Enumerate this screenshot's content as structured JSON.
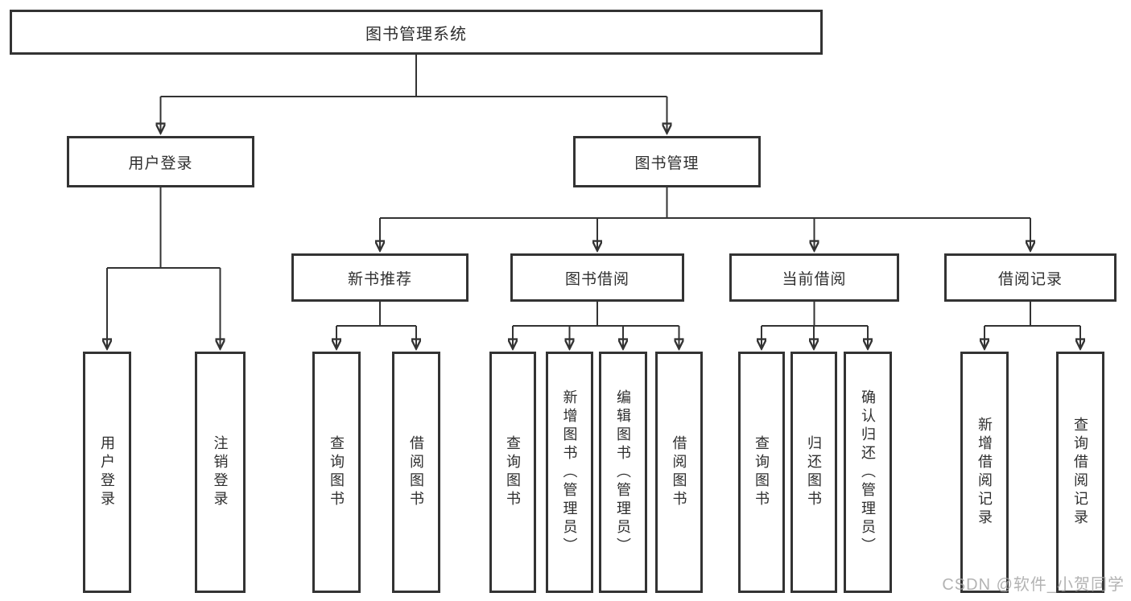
{
  "tree": {
    "root": {
      "label": "图书管理系统"
    },
    "level2": [
      {
        "label": "用户登录"
      },
      {
        "label": "图书管理"
      }
    ],
    "level3": [
      {
        "label": "新书推荐"
      },
      {
        "label": "图书借阅"
      },
      {
        "label": "当前借阅"
      },
      {
        "label": "借阅记录"
      }
    ],
    "leaves": {
      "login": [
        {
          "label": "用户登录"
        },
        {
          "label": "注销登录"
        }
      ],
      "recommend": [
        {
          "label": "查询图书"
        },
        {
          "label": "借阅图书"
        }
      ],
      "borrow": [
        {
          "label": "查询图书"
        },
        {
          "label": "新增图书（管理员）"
        },
        {
          "label": "编辑图书（管理员）"
        },
        {
          "label": "借阅图书"
        }
      ],
      "current": [
        {
          "label": "查询图书"
        },
        {
          "label": "归还图书"
        },
        {
          "label": "确认归还（管理员）"
        }
      ],
      "records": [
        {
          "label": "新增借阅记录"
        },
        {
          "label": "查询借阅记录"
        }
      ]
    }
  },
  "watermark": {
    "text": "CSDN @软件_小贺同学"
  },
  "colors": {
    "line": "#333333",
    "border": "#333333",
    "text": "#2f2f2f",
    "background": "#ffffff",
    "node_fill": "#ffffff",
    "watermark": "#a6a6a6"
  }
}
